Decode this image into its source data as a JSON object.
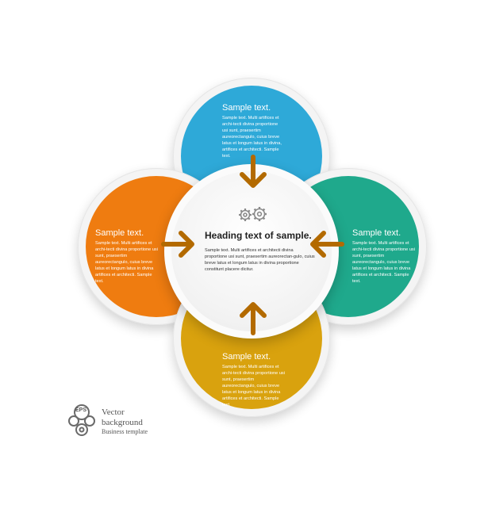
{
  "petals": {
    "top": {
      "title": "Sample text.",
      "body": "Sample text. Multi artifices et archi-tecti divina proportione usi sunt, praesertim aureorectangulo, cuius breve latus et longum latus in divina, artifices et architecti. Sample text.",
      "color": "#2ea9d8"
    },
    "left": {
      "title": "Sample text.",
      "body": "Sample text. Multi artifices et archi-tecti divina proportione usi sunt, praesertim aureorectangulo, cuius breve latus et longum latus in divina artifices et architecti. Sample text.",
      "color": "#ef7c10"
    },
    "right": {
      "title": "Sample text.",
      "body": "Sample text. Multi artifices et archi-tecti divina proportione usi sunt, praesertim aureorectangulo, cuius breve latus et longum latus in divina artifices et architecti. Sample text.",
      "color": "#1fa98c"
    },
    "bottom": {
      "title": "Sample text.",
      "body": "Sample text. Multi artifices et archi-tecti divina proportione usi sunt, praesertim aureorectangulo, cuius breve latus et longum latus in divina artifices et architecti. Sample text.",
      "color": "#d9a20e"
    }
  },
  "center": {
    "heading": "Heading text of sample.",
    "body": "Sample text. Multi artifices et architecti divina proportione usi sunt, praesertim aureorectan-gulo, cuius breve latus et longum latus in divina proportione constitunt placere dicitur.",
    "icon": "gears-icon"
  },
  "arrow_color": "#b36a00",
  "brand": {
    "badge": "EPS",
    "line1": "Vector",
    "line2": "background",
    "line3": "Business template"
  }
}
